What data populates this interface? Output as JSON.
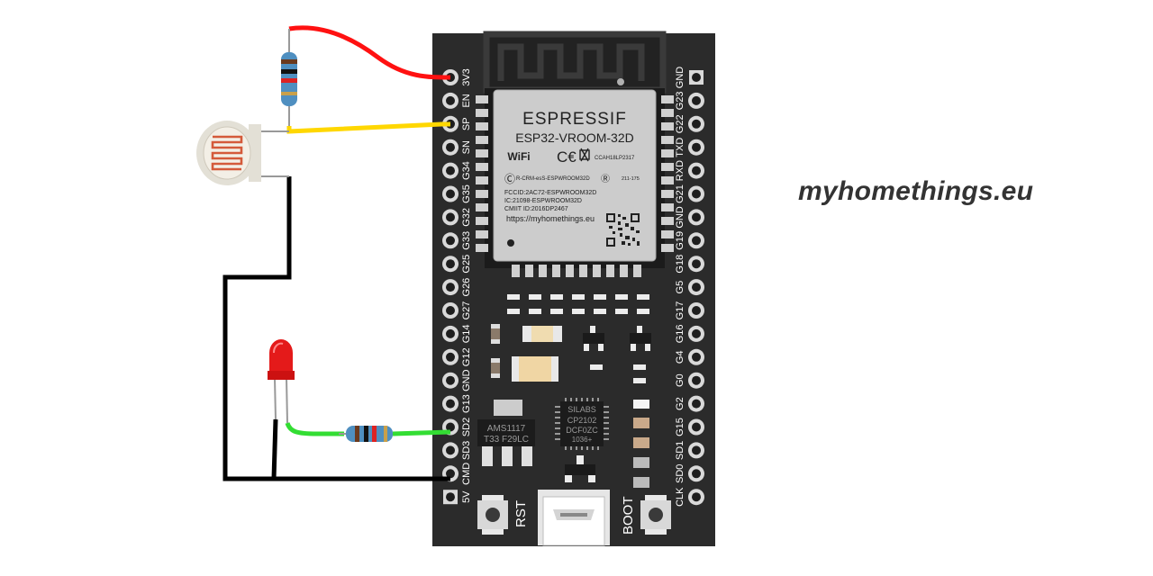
{
  "site": {
    "label": "myhomethings.eu"
  },
  "module": {
    "brand": "ESPRESSIF",
    "model": "ESP32-VROOM-32D",
    "wifi": "WiFi",
    "ccah": "CCAH18LP2317",
    "rcm": "R-CRM-esS-ESPWROOM32D",
    "id_code": "211-175",
    "fcc": "FCCID:2AC72-ESPWROOM32D",
    "ic": "IC:21098-ESPWROOM32D",
    "cmiit": "CMIIT ID:2016DP2467",
    "url": "https://myhomethings.eu"
  },
  "chips": {
    "regulator_line1": "AMS1117",
    "regulator_line2": "T33 F29LC",
    "usb_line1": "SILABS",
    "usb_line2": "CP2102",
    "usb_line3": "DCF0ZC",
    "usb_line4": "1036+"
  },
  "buttons": {
    "rst": "RST",
    "boot": "BOOT"
  },
  "pins_left": [
    "3V3",
    "EN",
    "SP",
    "SN",
    "G34",
    "G35",
    "G32",
    "G33",
    "G25",
    "G26",
    "G27",
    "G14",
    "G12",
    "GND",
    "G13",
    "SD2",
    "SD3",
    "CMD",
    "5V"
  ],
  "pins_right": [
    "GND",
    "G23",
    "G22",
    "TXD",
    "RXD",
    "G21",
    "GND",
    "G19",
    "G18",
    "G5",
    "G17",
    "G16",
    "G4",
    "G0",
    "G2",
    "G15",
    "SD1",
    "SD0",
    "CLK"
  ],
  "colors": {
    "board": "#2a2a2a",
    "wire_power": "#ff0000",
    "wire_signal": "#ffdd00",
    "wire_led": "#33dd33",
    "wire_ground": "#000000",
    "led": "#dd1111",
    "pin_pad": "#d9d9d9",
    "module_shield": "#c9c9c9"
  },
  "components": [
    {
      "name": "resistor",
      "role": "pull-up for LDR"
    },
    {
      "name": "photoresistor",
      "role": "light sensor"
    },
    {
      "name": "led",
      "role": "indicator"
    },
    {
      "name": "resistor",
      "role": "LED current limit"
    }
  ]
}
